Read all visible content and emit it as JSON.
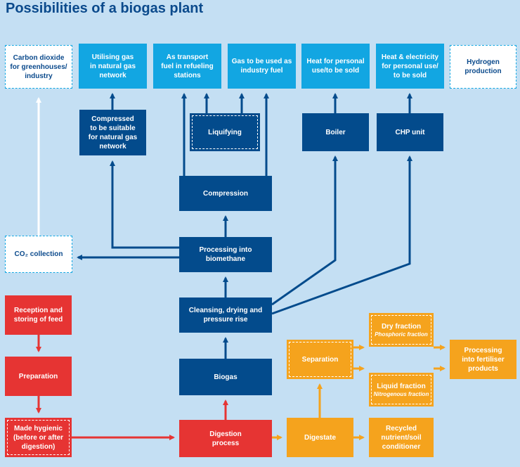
{
  "title": "Possibilities of a biogas plant",
  "colors": {
    "background": "#c4dff3",
    "cyan": "#12a6e2",
    "navy": "#034b8c",
    "red": "#e63433",
    "orange": "#f5a31d",
    "white": "#ffffff"
  },
  "nodes": {
    "co2_greenhouse": "Carbon dioxide\nfor greenhouses/\nindustry",
    "natural_gas_network": "Utilising gas\nin natural gas\nnetwork",
    "transport_fuel": "As transport\nfuel in refueling\nstations",
    "industry_fuel": "Gas to be used as\nindustry fuel",
    "heat_personal": "Heat for personal\nuse/to be sold",
    "heat_electricity": "Heat & electricity\nfor personal use/\nto be sold",
    "hydrogen": "Hydrogen\nproduction",
    "compressed": "Compressed\nto be suitable\nfor natural gas\nnetwork",
    "liquifying": "Liquifying",
    "boiler": "Boiler",
    "chp_unit": "CHP unit",
    "compression": "Compression",
    "co2_collection": "CO₂ collection",
    "processing_biomethane": "Processing into\nbiomethane",
    "cleansing": "Cleansing, drying and\npressure rise",
    "biogas": "Biogas",
    "reception": "Reception and\nstoring of feed",
    "preparation": "Preparation",
    "made_hygienic": "Made hygienic\n(before or after\ndigestion)",
    "digestion": "Digestion\nprocess",
    "separation": "Separation",
    "dry_fraction": "Dry fraction",
    "dry_fraction_sub": "Phosphoric fraction",
    "liquid_fraction": "Liquid fraction",
    "liquid_fraction_sub": "Nitrogenous fraction",
    "fertiliser": "Processing\ninto fertiliser\nproducts",
    "digestate": "Digestate",
    "recycled": "Recycled\nnutrient/soil\nconditioner"
  }
}
